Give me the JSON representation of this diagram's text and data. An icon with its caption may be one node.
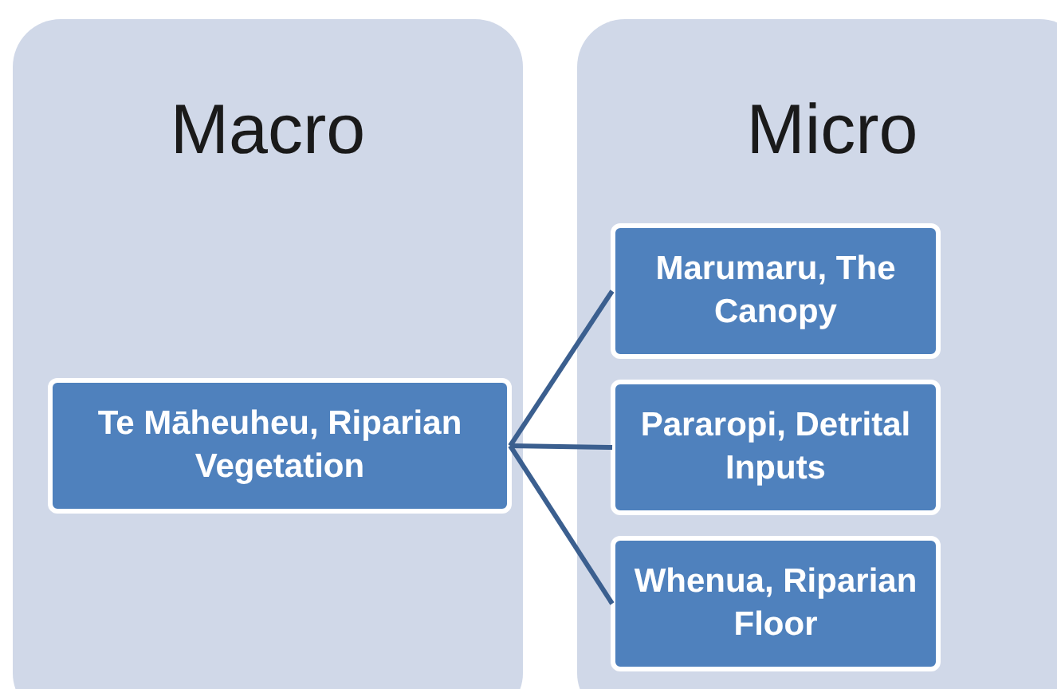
{
  "diagram": {
    "nodes": [
      {
        "text": [
          "Macro"
        ]
      },
      {
        "text": [
          "Micro"
        ]
      },
      {
        "text": [
          "Te Māheuheu, Riparian Vegetation"
        ],
        "in": 0
      },
      {
        "text": [
          "Marumaru, The Canopy"
        ],
        "in": 1
      },
      {
        "text": [
          "Pararopi, Detrital Inputs"
        ],
        "in": 1
      },
      {
        "text": [
          "Whenua, Riparian Floor"
        ],
        "in": 1
      }
    ],
    "edges": [
      {
        "from": 2,
        "to": 3,
        "arrow": "none"
      },
      {
        "from": 2,
        "to": 4,
        "arrow": "none"
      },
      {
        "from": 2,
        "to": 5,
        "arrow": "none"
      }
    ]
  }
}
